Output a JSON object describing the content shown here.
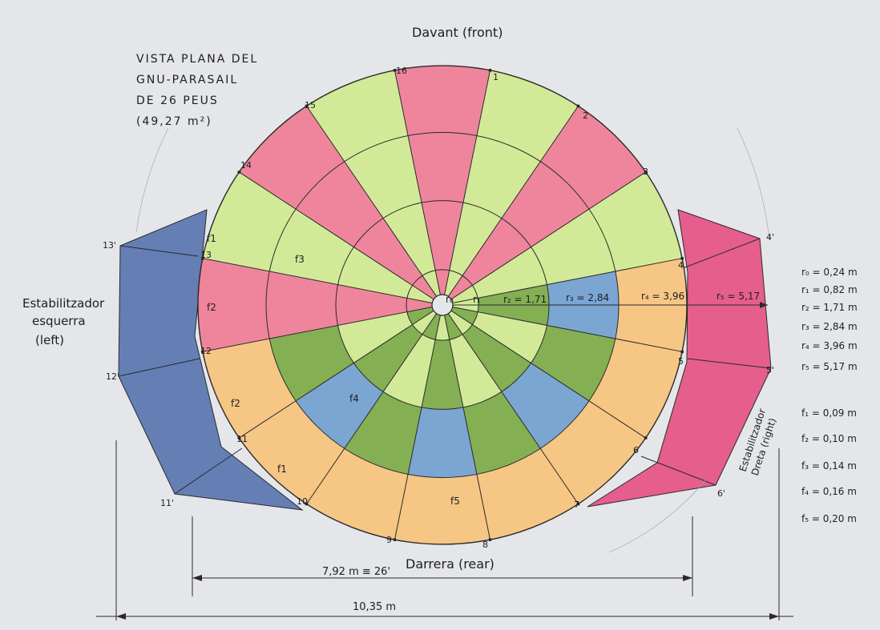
{
  "title_lines": [
    "VISTA PLANA DEL",
    "GNU-PARASAIL",
    "DE 26 PEUS",
    "(49,27 m²)"
  ],
  "front_label": "Davant (front)",
  "rear_label": "Darrera (rear)",
  "stabilizer_left": [
    "Estabilitzador",
    "esquerra",
    "(left)"
  ],
  "stabilizer_right": [
    "Estabilitzador",
    "Dreta (right)"
  ],
  "radius_labels": {
    "r0": "r₀",
    "r1": "r₁",
    "r2": "r₂ = 1,71",
    "r3": "r₃ = 2,84",
    "r4": "r₄ = 3,96",
    "r5": "r₅ = 5,17"
  },
  "radii_legend": [
    "r₀ = 0,24 m",
    "r₁ = 0,82 m",
    "r₂ = 1,71 m",
    "r₃ = 2,84 m",
    "r₄ = 3,96 m",
    "r₅ = 5,17 m"
  ],
  "f_legend": [
    "f₁ = 0,09 m",
    "f₂ = 0,10 m",
    "f₃ = 0,14 m",
    "f₄ = 0,16 m",
    "f₅ = 0,20 m"
  ],
  "f_labels": {
    "f1_top": "f1",
    "f2_left": "f2",
    "f3": "f3",
    "f2_low": "f2",
    "f1_low": "f1",
    "f4": "f4",
    "f5": "f5"
  },
  "panel_numbers": [
    "1",
    "2",
    "3",
    "4",
    "5",
    "6",
    "7",
    "8",
    "9",
    "10",
    "11",
    "12",
    "13",
    "14",
    "15",
    "16"
  ],
  "stabilizer_points": [
    "4'",
    "5'",
    "6'",
    "11'",
    "12'",
    "13'"
  ],
  "dim_inner": "7,92 m ≡ 26'",
  "dim_outer": "10,35 m",
  "colors": {
    "lime": "#cfea8e",
    "pink": "#ef7a95",
    "orange": "#f7c27a",
    "blue": "#6f9fcf",
    "green": "#79a842",
    "stab_blue": "#4f6cab",
    "stab_pink": "#e6457a",
    "line": "#2a2a2a"
  }
}
